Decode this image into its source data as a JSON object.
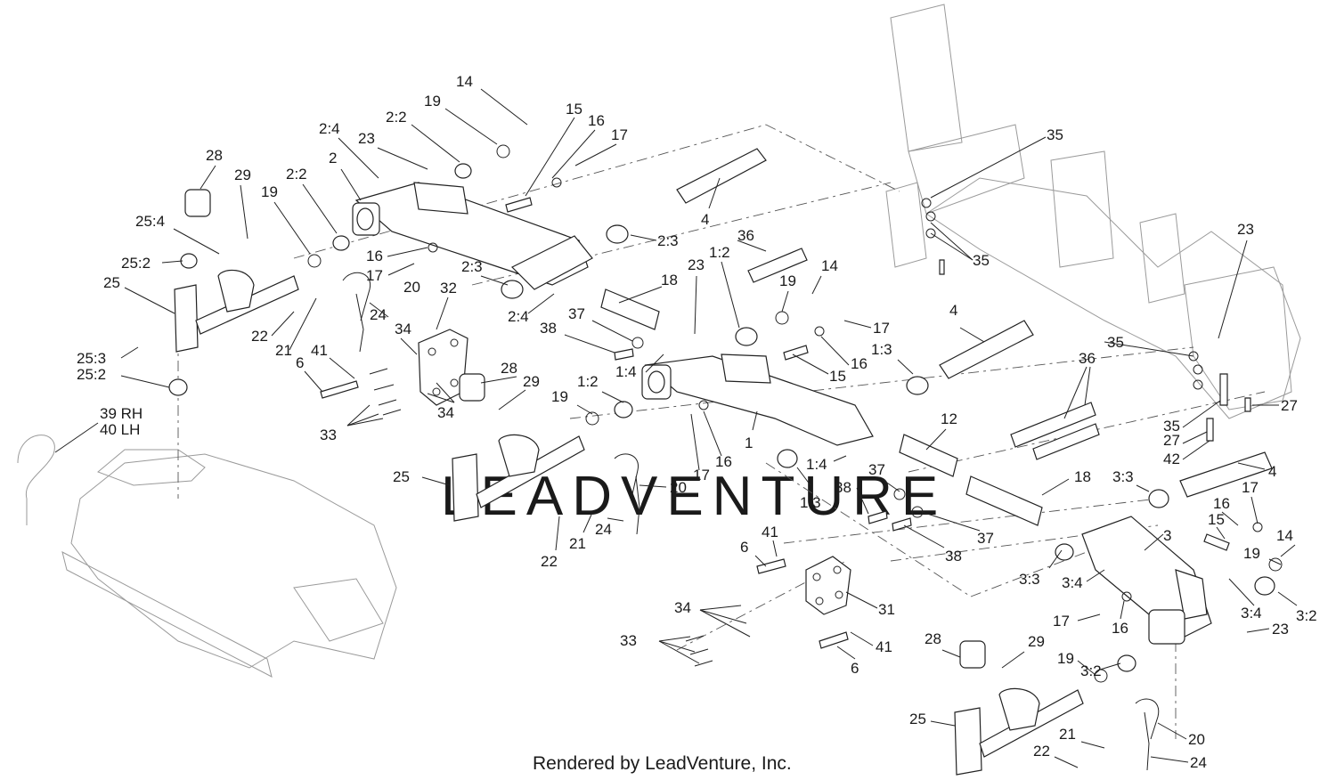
{
  "footer": "Rendered by LeadVenture, Inc.",
  "watermark": "LEADVENTURE",
  "callouts": [
    "14",
    "19",
    "2:2",
    "15",
    "16",
    "17",
    "2:4",
    "23",
    "35",
    "28",
    "29",
    "2",
    "2:2",
    "19",
    "25:4",
    "4",
    "2:3",
    "36",
    "1:2",
    "23",
    "35",
    "25:2",
    "16",
    "17",
    "20",
    "2:3",
    "14",
    "23",
    "25",
    "32",
    "19",
    "18",
    "22",
    "24",
    "21",
    "34",
    "37",
    "2:4",
    "41",
    "38",
    "25:3",
    "6",
    "17",
    "1:4",
    "16",
    "4",
    "25:2",
    "1:3",
    "15",
    "35",
    "36",
    "28",
    "29",
    "33",
    "34",
    "1:2",
    "19",
    "27",
    "12",
    "1",
    "39 RH",
    "40 LH",
    "16",
    "17",
    "1:4",
    "27",
    "35",
    "42",
    "37",
    "18",
    "25",
    "20",
    "38",
    "3:3",
    "4",
    "1:3",
    "17",
    "24",
    "21",
    "16",
    "37",
    "22",
    "38",
    "15",
    "14",
    "41",
    "6",
    "3",
    "19",
    "34",
    "3:3",
    "31",
    "3:4",
    "3:4",
    "3:2",
    "33",
    "17",
    "16",
    "23",
    "41",
    "28",
    "29",
    "6",
    "19",
    "3:2",
    "25",
    "20",
    "21",
    "22",
    "24"
  ]
}
